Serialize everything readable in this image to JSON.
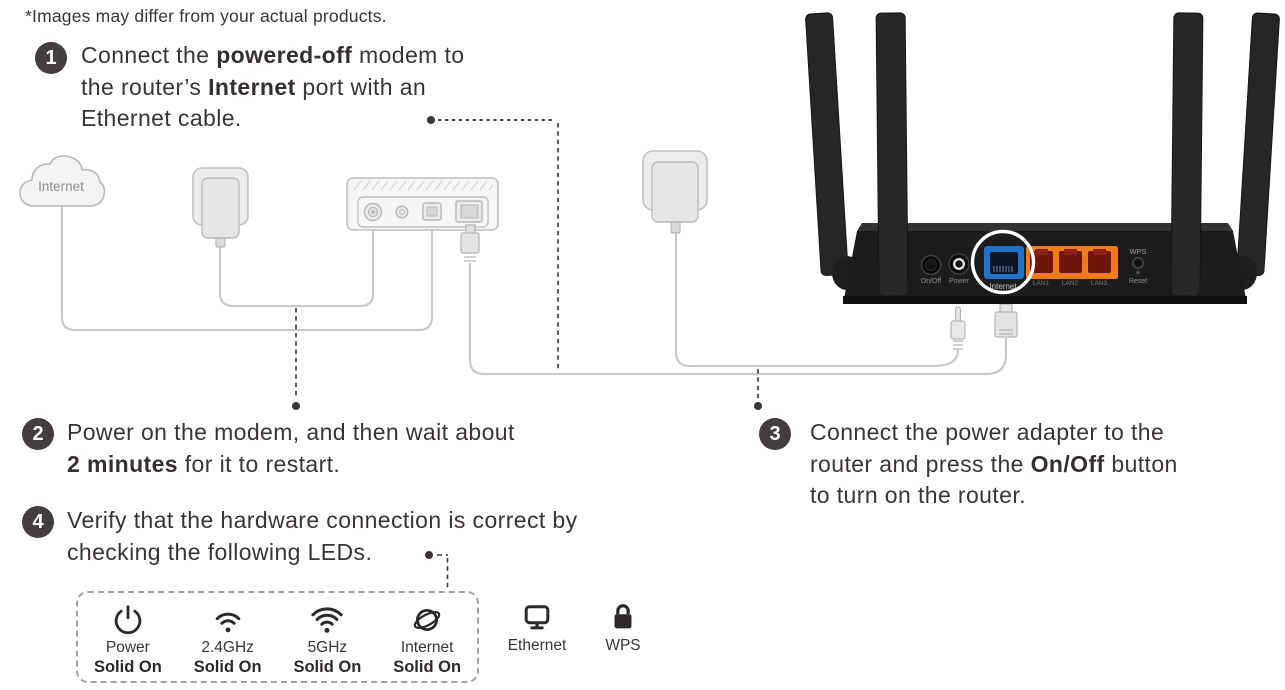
{
  "note": "*Images may differ from your actual products.",
  "steps": [
    {
      "number": "1",
      "lines": [
        {
          "pre": "Connect the ",
          "bold": "powered-off",
          "post": " modem to"
        },
        {
          "pre": "the router’s ",
          "bold": "Internet",
          "post": " port with an"
        },
        {
          "pre": "Ethernet cable.",
          "bold": "",
          "post": ""
        }
      ]
    },
    {
      "number": "2",
      "lines": [
        {
          "pre": "Power on the modem, and then wait about",
          "bold": "",
          "post": ""
        },
        {
          "pre": "",
          "bold": "2 minutes",
          "post": " for it to restart."
        }
      ]
    },
    {
      "number": "3",
      "lines": [
        {
          "pre": "Connect the power adapter to the",
          "bold": "",
          "post": ""
        },
        {
          "pre": "router and press the ",
          "bold": "On/Off",
          "post": " button"
        },
        {
          "pre": "to turn on the router.",
          "bold": "",
          "post": ""
        }
      ]
    },
    {
      "number": "4",
      "lines": [
        {
          "pre": "Verify that the hardware connection is correct by",
          "bold": "",
          "post": ""
        },
        {
          "pre": "checking the following LEDs.",
          "bold": "",
          "post": ""
        }
      ]
    }
  ],
  "cloud": {
    "label": "Internet"
  },
  "leds": [
    {
      "name": "Power",
      "status": "Solid On"
    },
    {
      "name": "2.4GHz",
      "status": "Solid On"
    },
    {
      "name": "5GHz",
      "status": "Solid On"
    },
    {
      "name": "Internet",
      "status": "Solid On"
    }
  ],
  "legend": [
    {
      "name": "Ethernet"
    },
    {
      "name": "WPS"
    }
  ],
  "router": {
    "labels": {
      "on_off": "On/Off",
      "power": "Power",
      "internet": "Internet",
      "lan1": "LAN1",
      "lan2": "LAN2",
      "lan3": "LAN3",
      "wps": "WPS",
      "reset": "Reset"
    }
  },
  "colors": {
    "internet_port_blue": "#2272c9",
    "lan_port_orange": "#ee7c1b",
    "text": "#3a3434",
    "line_gray": "#c9c9c9"
  }
}
